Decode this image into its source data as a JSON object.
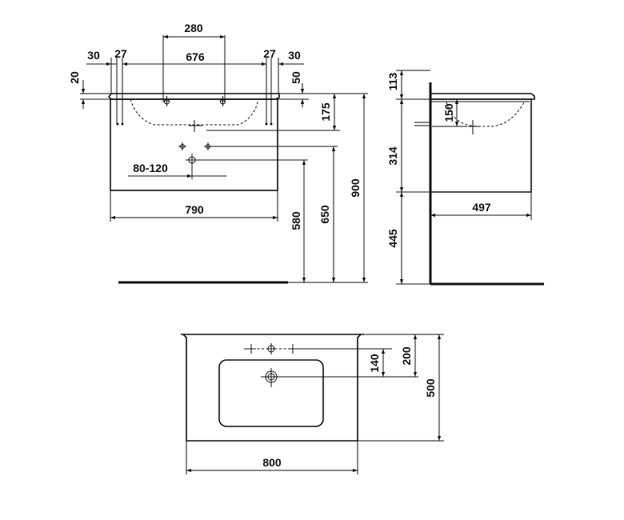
{
  "front_view": {
    "dim_faucet_spacing": "280",
    "dim_left_offset": "30",
    "dim_left_inset": "27",
    "dim_hole_width": "676",
    "dim_right_inset": "27",
    "dim_right_offset": "30",
    "dim_top_thickness": "20",
    "dim_right_top": "50",
    "dim_basin_depth": "175",
    "dim_drain_offset": "80-120",
    "dim_cabinet_width": "790",
    "dim_drain_height": "580",
    "dim_total_650": "650",
    "dim_total_900": "900"
  },
  "side_view": {
    "dim_top": "113",
    "dim_bowl": "150",
    "dim_cabinet": "314",
    "dim_floor": "445",
    "dim_depth": "497"
  },
  "top_view": {
    "dim_140": "140",
    "dim_200": "200",
    "dim_500": "500",
    "dim_800": "800"
  }
}
